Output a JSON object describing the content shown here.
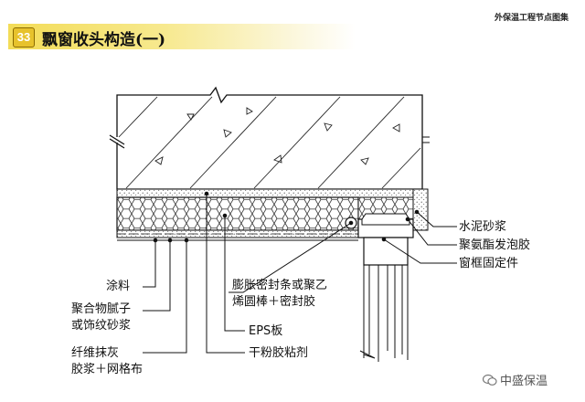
{
  "header": {
    "badge": "33",
    "title": "飘窗收头构造(一)",
    "corner_text": "外保温工程节点图集"
  },
  "labels": {
    "cement_mortar": "水泥砂浆",
    "pu_foam": "聚氨酯发泡胶",
    "window_fixing": "窗框固定件",
    "coating": "涂料",
    "putty_1": "聚合物腻子",
    "putty_2": "或饰纹砂浆",
    "sealing_1": "膨胀密封条或聚乙",
    "sealing_2": "烯圆棒＋密封胶",
    "eps": "EPS板",
    "fiber_1": "纤维抹灰",
    "fiber_2": "胶浆＋网格布",
    "adhesive": "干粉胶粘剂"
  },
  "watermark": {
    "text": "中盛保温"
  },
  "colors": {
    "header_yellow": "#f3dc57",
    "line": "#111111"
  }
}
